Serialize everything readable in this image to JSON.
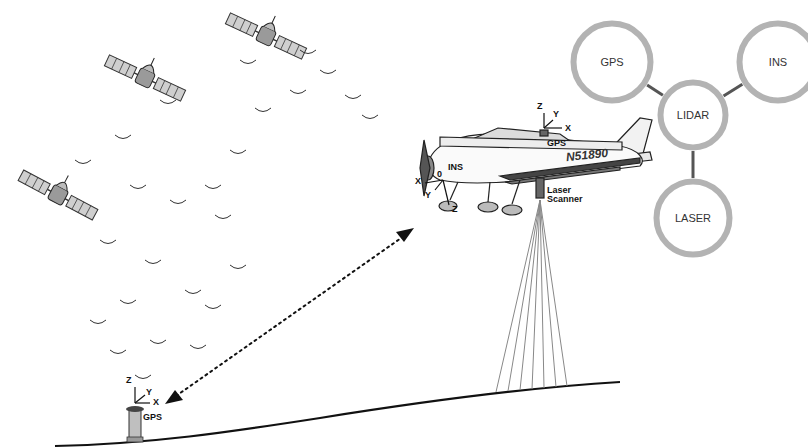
{
  "diagram": {
    "nodes": [
      {
        "text": [
          "GPS"
        ]
      },
      {
        "text": [
          "INS"
        ]
      },
      {
        "text": [
          "LIDAR"
        ]
      },
      {
        "text": [
          "LASER"
        ]
      }
    ],
    "edges": [
      {
        "from": 0,
        "to": 2,
        "arrow": "none"
      },
      {
        "from": 1,
        "to": 2,
        "arrow": "none"
      },
      {
        "from": 2,
        "to": 3,
        "arrow": "none"
      }
    ],
    "labels": [
      "Z",
      "Y",
      "X",
      "GPS",
      "X",
      "0",
      "Y",
      "Z",
      "INS",
      "Laser Scanner",
      "N51890",
      "Z",
      "Y",
      "X",
      "GPS"
    ]
  }
}
